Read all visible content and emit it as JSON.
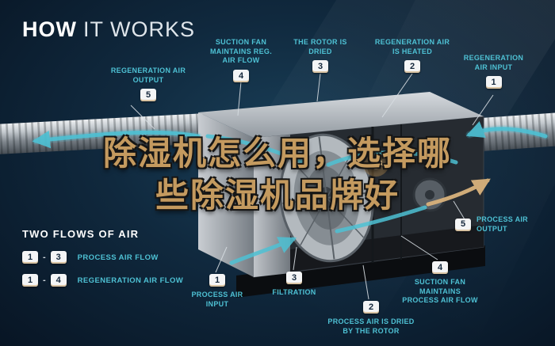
{
  "title": {
    "word_bold": "HOW",
    "word_light": "IT WORKS"
  },
  "overlay_text": {
    "line1": "除湿机怎么用，选择哪",
    "line2": "些除湿机品牌好"
  },
  "top_labels": [
    {
      "num": "5",
      "label": "REGENERATION AIR OUTPUT"
    },
    {
      "num": "4",
      "label": "SUCTION FAN MAINTAINS REG. AIR FLOW"
    },
    {
      "num": "3",
      "label": "THE ROTOR IS DRIED"
    },
    {
      "num": "2",
      "label": "REGENERATION AIR IS HEATED"
    },
    {
      "num": "1",
      "label": "REGENERATION AIR INPUT"
    }
  ],
  "bottom_labels": [
    {
      "num": "1",
      "label": "PROCESS AIR INPUT"
    },
    {
      "num": "3",
      "label": "FILTRATION"
    },
    {
      "num": "2",
      "label": "PROCESS AIR IS DRIED BY THE ROTOR"
    },
    {
      "num": "4",
      "label": "SUCTION FAN MAINTAINS PROCESS AIR FLOW"
    },
    {
      "num": "5",
      "label": "PROCESS AIR OUTPUT"
    }
  ],
  "legend": {
    "heading": "TWO FLOWS OF AIR",
    "separator": "-",
    "rows": [
      {
        "from": "1",
        "to": "3",
        "label": "PROCESS AIR FLOW"
      },
      {
        "from": "1",
        "to": "4",
        "label": "REGENERATION AIR FLOW"
      }
    ]
  },
  "colors": {
    "background": "#0c1c2e",
    "accent_teal": "#4ec1d4",
    "accent_gold": "#c49a5f",
    "badge_background": "#f4f5f6",
    "badge_text": "#15283c"
  }
}
